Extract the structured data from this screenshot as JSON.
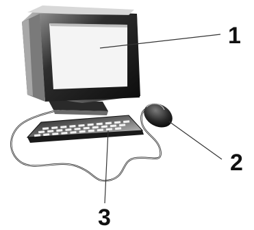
{
  "labels": {
    "monitor": "1",
    "mouse": "2",
    "keyboard": "3"
  },
  "colors": {
    "ink": "#111111",
    "leader_line": "#333333",
    "screen_face": "#f4f4f4"
  },
  "icons": [
    "monitor-icon",
    "keyboard-icon",
    "mouse-icon",
    "cable-icon"
  ]
}
